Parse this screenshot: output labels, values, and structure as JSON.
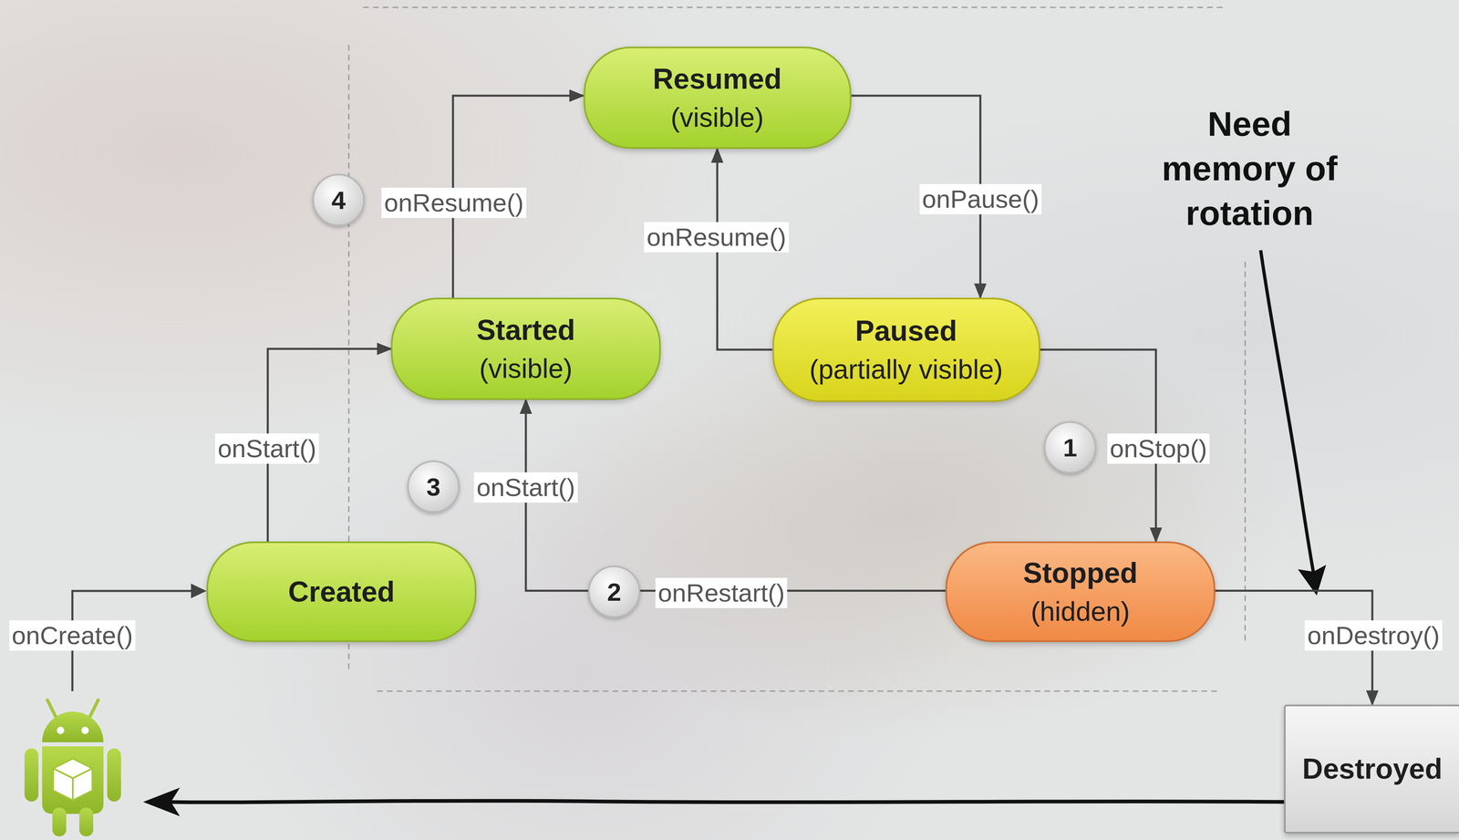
{
  "diagram": {
    "nodes": [
      {
        "text": [
          "Resumed",
          "(visible)"
        ]
      },
      {
        "text": [
          "Started",
          "(visible)"
        ]
      },
      {
        "text": [
          "Paused",
          "(partially visible)"
        ]
      },
      {
        "text": [
          "Created"
        ]
      },
      {
        "text": [
          "Stopped",
          "(hidden)"
        ]
      },
      {
        "text": [
          "Destroyed"
        ]
      }
    ],
    "edges": [
      {
        "from": 3,
        "to": 1,
        "label": "onStart()",
        "arrow": "to"
      },
      {
        "from": 1,
        "to": 0,
        "label": "onResume()",
        "arrow": "to"
      },
      {
        "from": 0,
        "to": 2,
        "label": "onPause()",
        "arrow": "to"
      },
      {
        "from": 2,
        "to": 0,
        "label": "onResume()",
        "arrow": "to"
      },
      {
        "from": 2,
        "to": 4,
        "label": "onStop()",
        "arrow": "to"
      },
      {
        "from": 4,
        "to": 1,
        "label": "onRestart()",
        "arrow": "to"
      },
      {
        "from": 4,
        "to": 5,
        "label": "onDestroy()",
        "arrow": "to"
      }
    ],
    "labels": [
      "Need memory of rotation",
      "4",
      "3",
      "onStart()",
      "1",
      "2",
      "onCreate()"
    ]
  }
}
